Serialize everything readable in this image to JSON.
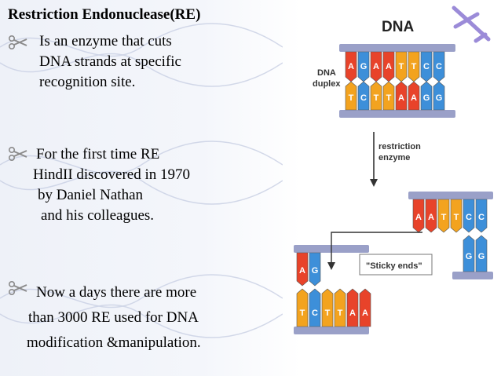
{
  "slide": {
    "title": "Restriction Endonuclease(RE)",
    "bullets": [
      {
        "icon": "scissors-bullet-icon",
        "lines": [
          "Is an enzyme that cuts",
          "DNA strands at specific",
          "recognition site."
        ]
      },
      {
        "icon": "scissors-bullet-icon",
        "lines": [
          "For the first time RE",
          "HindII discovered in 1970",
          "by Daniel  Nathan",
          "and his colleagues."
        ]
      },
      {
        "icon": "scissors-bullet-icon",
        "lines": [
          "Now a days there are more",
          "than 3000 RE  used for DNA",
          "modification &manipulation."
        ]
      }
    ]
  },
  "diagram": {
    "heading": "DNA",
    "duplex_label": [
      "DNA",
      "duplex"
    ],
    "arrow_label": [
      "restriction",
      "enzyme"
    ],
    "sticky_label": "\"Sticky ends\"",
    "top_strand_letters": [
      "A",
      "G",
      "A",
      "A",
      "T",
      "T",
      "C",
      "C"
    ],
    "bottom_strand_letters": [
      "T",
      "C",
      "T",
      "T",
      "A",
      "A",
      "G",
      "G"
    ],
    "top_colors": [
      "#e8432a",
      "#3d8fd9",
      "#e8432a",
      "#e8432a",
      "#f3a31f",
      "#f3a31f",
      "#3d8fd9",
      "#3d8fd9"
    ],
    "left_fragment_top": [
      "A",
      "G"
    ],
    "left_fragment_bottom": [
      "T",
      "C",
      "T",
      "T",
      "A",
      "A"
    ],
    "right_fragment_top": [
      "A",
      "A",
      "T",
      "T",
      "C",
      "C"
    ],
    "right_fragment_bottom": [
      "G",
      "G"
    ],
    "colors": {
      "A": "#e8432a",
      "T": "#f3a31f",
      "G": "#3d8fd9",
      "C": "#3d8fd9",
      "backbone": "#9aa0c8"
    }
  }
}
